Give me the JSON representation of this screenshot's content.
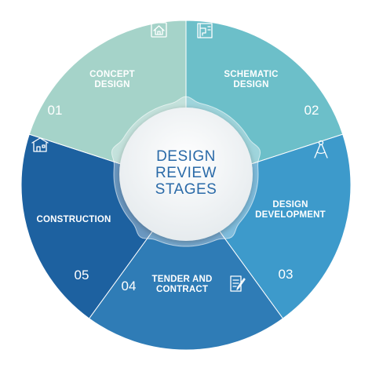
{
  "center": {
    "lines": [
      "DESIGN",
      "REVIEW",
      "STAGES"
    ]
  },
  "segments": [
    {
      "label_lines": [
        "CONCEPT",
        "DESIGN"
      ],
      "number": "01",
      "icon": "house-plan-icon",
      "color": "#a5d3c9"
    },
    {
      "label_lines": [
        "SCHEMATIC",
        "DESIGN"
      ],
      "number": "02",
      "icon": "blueprint-icon",
      "color": "#6cbfc9"
    },
    {
      "label_lines": [
        "DESIGN",
        "DEVELOPMENT"
      ],
      "number": "03",
      "icon": "compass-icon",
      "color": "#3d9acb"
    },
    {
      "label_lines": [
        "TENDER AND",
        "CONTRACT"
      ],
      "number": "04",
      "icon": "contract-pen-icon",
      "color": "#2f7cb6"
    },
    {
      "label_lines": [
        "CONSTRUCTION"
      ],
      "number": "05",
      "icon": "building-icon",
      "color": "#1d61a0"
    }
  ]
}
